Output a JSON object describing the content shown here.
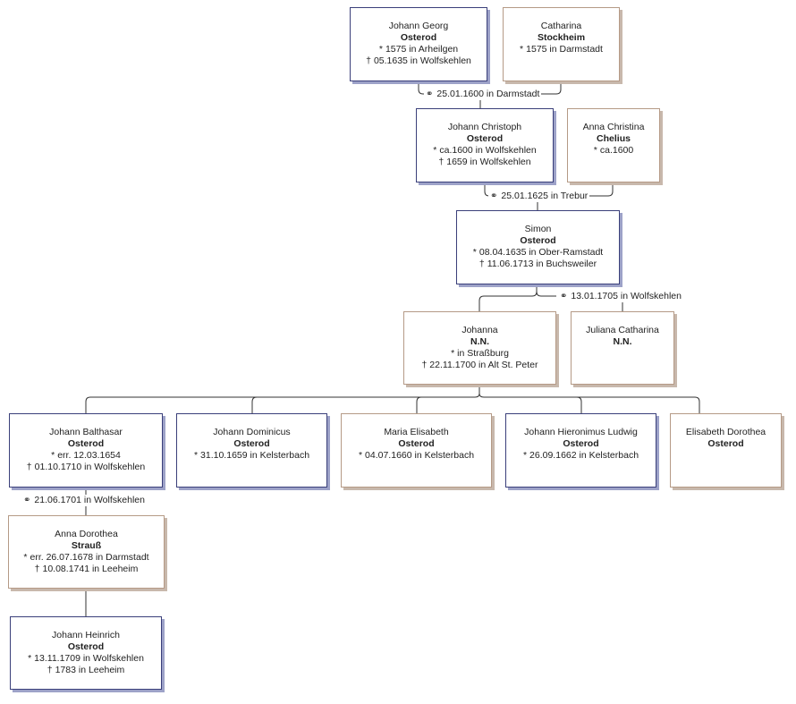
{
  "symbols": {
    "birth": "*",
    "death": "†",
    "marriage": "⚭"
  },
  "colors": {
    "male_border": "#3a3f7a",
    "female_border": "#b59a86",
    "line": "#333333"
  },
  "persons": {
    "johann_georg": {
      "given": "Johann Georg",
      "surname": "Osterod",
      "sex": "male",
      "birth": "1575 in Arheilgen",
      "death": "05.1635 in Wolfskehlen"
    },
    "catharina": {
      "given": "Catharina",
      "surname": "Stockheim",
      "sex": "female",
      "birth": "1575 in Darmstadt"
    },
    "johann_christoph": {
      "given": "Johann Christoph",
      "surname": "Osterod",
      "sex": "male",
      "birth": "ca.1600 in Wolfskehlen",
      "death": "1659 in Wolfskehlen"
    },
    "anna_christina": {
      "given": "Anna Christina",
      "surname": "Chelius",
      "sex": "female",
      "birth": "ca.1600"
    },
    "simon": {
      "given": "Simon",
      "surname": "Osterod",
      "sex": "male",
      "birth": "08.04.1635 in Ober-Ramstadt",
      "death": "11.06.1713 in Buchsweiler"
    },
    "johanna": {
      "given": "Johanna",
      "surname": "N.N.",
      "sex": "female",
      "birth": "in Straßburg",
      "death": "22.11.1700 in Alt St. Peter"
    },
    "juliana_catharina": {
      "given": "Juliana Catharina",
      "surname": "N.N.",
      "sex": "female"
    },
    "johann_balthasar": {
      "given": "Johann Balthasar",
      "surname": "Osterod",
      "sex": "male",
      "birth": "err. 12.03.1654",
      "death": "01.10.1710 in Wolfskehlen"
    },
    "johann_dominicus": {
      "given": "Johann Dominicus",
      "surname": "Osterod",
      "sex": "male",
      "birth": "31.10.1659 in Kelsterbach"
    },
    "maria_elisabeth": {
      "given": "Maria Elisabeth",
      "surname": "Osterod",
      "sex": "female",
      "birth": "04.07.1660 in Kelsterbach"
    },
    "johann_hieronimus": {
      "given": "Johann Hieronimus Ludwig",
      "surname": "Osterod",
      "sex": "male",
      "birth": "26.09.1662 in Kelsterbach"
    },
    "elisabeth_dorothea": {
      "given": "Elisabeth Dorothea",
      "surname": "Osterod",
      "sex": "female"
    },
    "anna_dorothea": {
      "given": "Anna Dorothea",
      "surname": "Strauß",
      "sex": "female",
      "birth": "err. 26.07.1678 in Darmstadt",
      "death": "10.08.1741 in Leeheim"
    },
    "johann_heinrich": {
      "given": "Johann Heinrich",
      "surname": "Osterod",
      "sex": "male",
      "birth": "13.11.1709 in Wolfskehlen",
      "death": "1783 in Leeheim"
    }
  },
  "marriages": {
    "m1": "25.01.1600 in Darmstadt",
    "m2": "25.01.1625 in Trebur",
    "m3": "13.01.1705 in Wolfskehlen",
    "m4": "21.06.1701 in Wolfskehlen"
  }
}
